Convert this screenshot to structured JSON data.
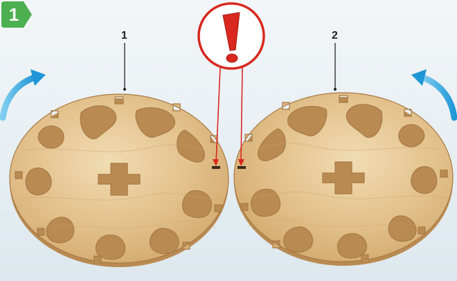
{
  "step": {
    "number": "1",
    "color": "#4caf50"
  },
  "discs": [
    {
      "label": "1"
    },
    {
      "label": "2"
    }
  ],
  "warning": {
    "symbol": "!",
    "color": "#d8281f"
  },
  "arrows": {
    "color": "#2ea6e0"
  },
  "wood": {
    "light": "#ecd2a2",
    "mid": "#deba80",
    "edge": "#b98a52"
  }
}
